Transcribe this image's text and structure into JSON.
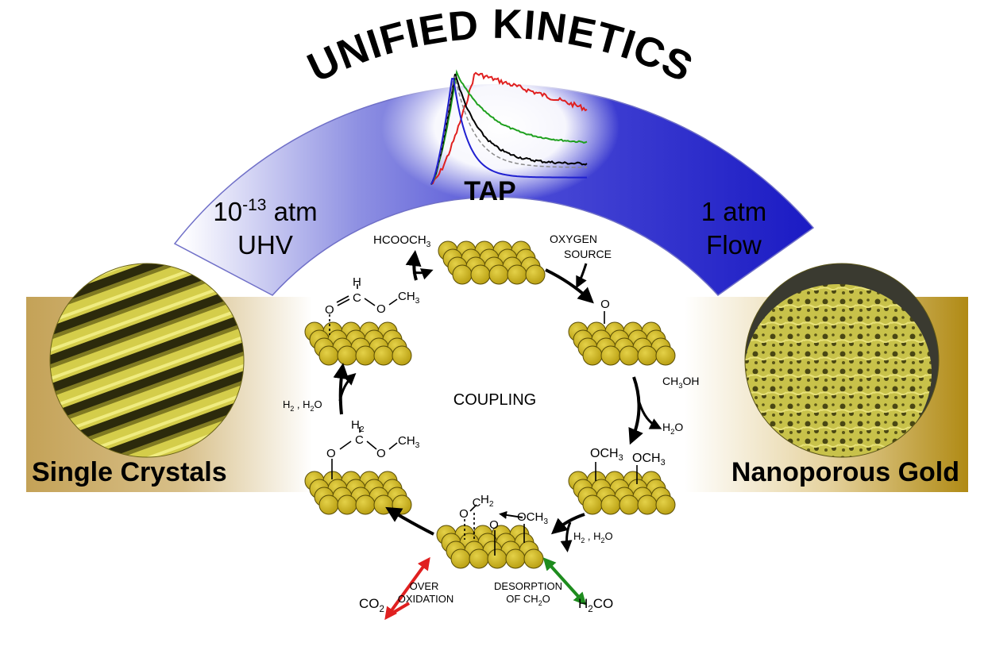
{
  "title": "UNIFIED KINETICS",
  "arc": {
    "center_label": "TAP",
    "left_pressure_base": "10",
    "left_pressure_exp": "-13",
    "left_pressure_unit": " atm",
    "left_regime": "UHV",
    "right_pressure": "1 atm",
    "right_regime": "Flow",
    "colors": {
      "left": "#ffffff",
      "right": "#1f1fc8",
      "glow": "#ffffff"
    }
  },
  "tap_curves": [
    {
      "color": "#e02020"
    },
    {
      "color": "#1ea01e"
    },
    {
      "color": "#000000"
    },
    {
      "color": "#8a8a8a"
    },
    {
      "color": "#2020d0"
    }
  ],
  "side_panels": {
    "left_label": "Single Crystals",
    "right_label": "Nanoporous Gold",
    "colors": {
      "gold_dark": "#c4a257",
      "gold_light": "#f6efdd",
      "image_yellow": "#d8d24a",
      "right_dark": "#b08a14"
    }
  },
  "cycle": {
    "center_label": "COUPLING",
    "oxygen_source_line1": "OXYGEN",
    "oxygen_source_line2": "SOURCE",
    "atomic_oxygen": "O",
    "methanol": {
      "base": "CH",
      "sub": "3",
      "tail": "OH"
    },
    "water_out": {
      "base": "H",
      "sub": "2",
      "tail": "O"
    },
    "methoxy_1": {
      "base": "OCH",
      "sub": "3"
    },
    "methoxy_2": {
      "base": "OCH",
      "sub": "3"
    },
    "h2_h2o_right": {
      "a": "H",
      "a_sub": "2",
      "b": " , H",
      "b_sub": "2",
      "c": "O"
    },
    "surface_o": "O",
    "surface_c": "C",
    "surface_h2": {
      "base": "H",
      "sub": "2"
    },
    "surface_o2": "O",
    "surface_och3": {
      "base": "OCH",
      "sub": "3"
    },
    "over_oxidation_line1": "OVER",
    "over_oxidation_line2": "OXIDATION",
    "co2": {
      "base": "CO",
      "sub": "2"
    },
    "desorption_line1": "DESORPTION",
    "desorption_line2": {
      "a": "OF CH",
      "sub": "2",
      "c": "O"
    },
    "h2co": {
      "a": "H",
      "sub": "2",
      "c": "CO"
    },
    "acetal": {
      "h2": "H",
      "h2_sub": "2",
      "c": "C",
      "o1": "O",
      "o2": "O",
      "ch3": "CH",
      "ch3_sub": "3"
    },
    "h2_h2o_left": {
      "a": "H",
      "a_sub": "2",
      "b": " , H",
      "b_sub": "2",
      "c": "O"
    },
    "formate": {
      "h": "H",
      "c": "C",
      "o1": "O",
      "o2": "O",
      "ch3": "CH",
      "ch3_sub": "3"
    },
    "methyl_formate": {
      "base": "HCOOCH",
      "sub": "3"
    },
    "arrow_colors": {
      "main": "#000000",
      "over_oxidation": "#e02020",
      "desorption": "#1e8c1e"
    },
    "atom_color": "#c9b21c",
    "atom_stroke": "#5a4e06"
  }
}
